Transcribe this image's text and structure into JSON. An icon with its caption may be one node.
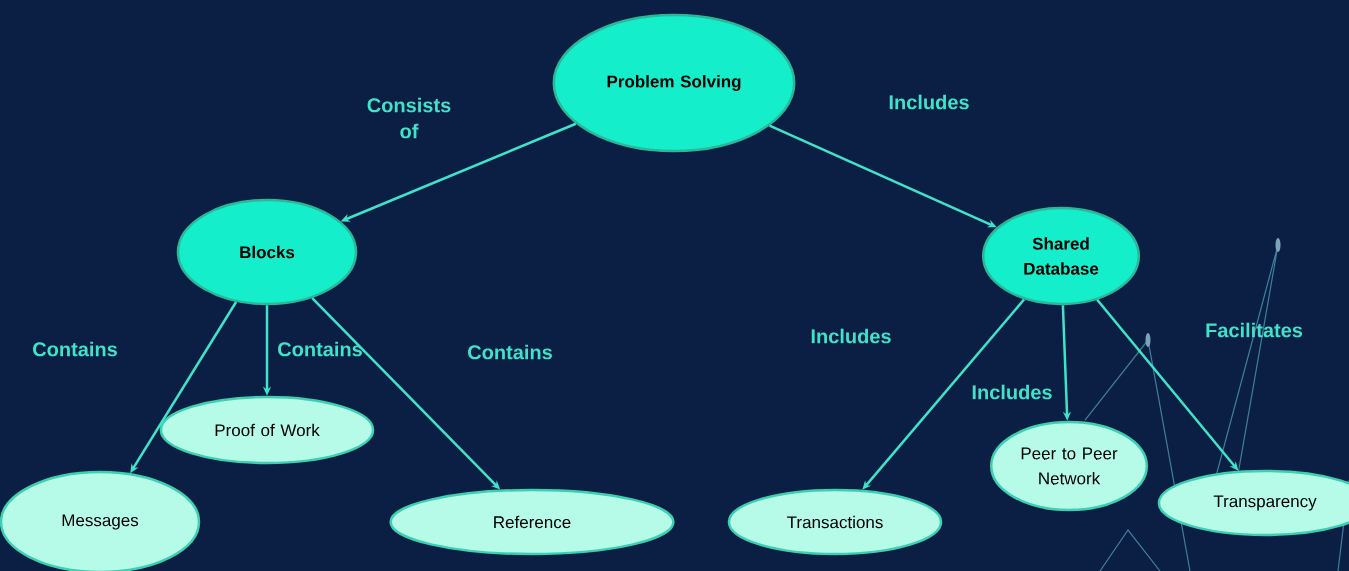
{
  "diagram": {
    "nodes": [
      {
        "text": [
          "Problem Solving"
        ]
      },
      {
        "text": [
          "Blocks"
        ]
      },
      {
        "text": [
          "Shared Database"
        ]
      },
      {
        "text": [
          "Messages"
        ]
      },
      {
        "text": [
          "Proof of Work"
        ]
      },
      {
        "text": [
          "Reference"
        ]
      },
      {
        "text": [
          "Transactions"
        ]
      },
      {
        "text": [
          "Peer to Peer Network"
        ]
      },
      {
        "text": [
          "Transparency"
        ]
      }
    ],
    "edges": [
      {
        "from": 0,
        "to": 1,
        "arrow": "to",
        "label": "Consists of"
      },
      {
        "from": 0,
        "to": 2,
        "arrow": "to",
        "label": "Includes"
      },
      {
        "from": 1,
        "to": 3,
        "arrow": "to",
        "label": "Contains"
      },
      {
        "from": 1,
        "to": 4,
        "arrow": "to",
        "label": "Contains"
      },
      {
        "from": 1,
        "to": 5,
        "arrow": "to",
        "label": "Contains"
      },
      {
        "from": 2,
        "to": 6,
        "arrow": "to",
        "label": "Includes"
      },
      {
        "from": 2,
        "to": 7,
        "arrow": "to",
        "label": "Includes"
      },
      {
        "from": 2,
        "to": 8,
        "arrow": "to",
        "label": "Facilitates"
      }
    ]
  }
}
